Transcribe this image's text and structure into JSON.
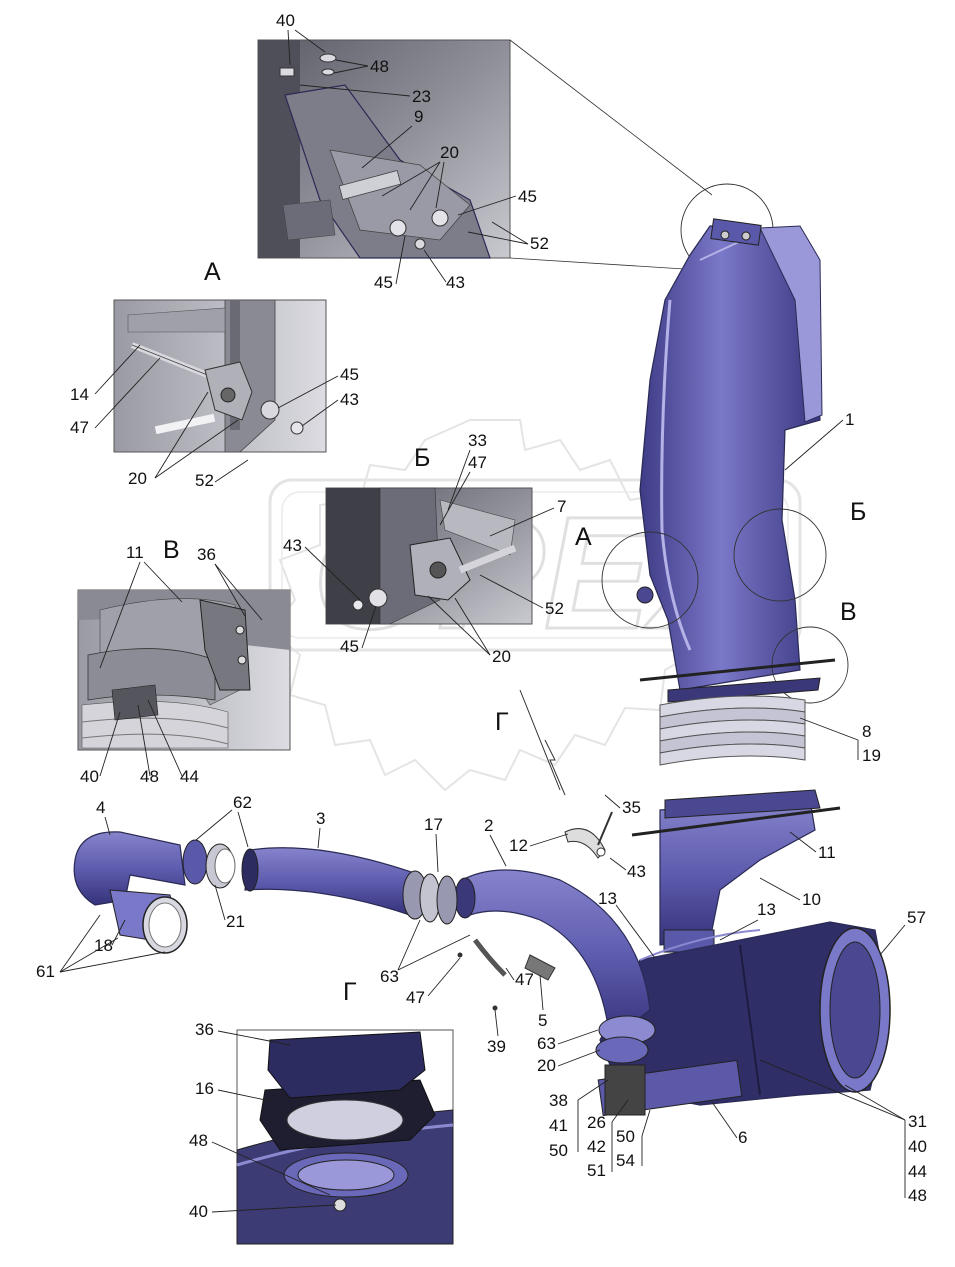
{
  "colors": {
    "part_fill": "#6a68b8",
    "part_dark": "#3e3c86",
    "part_light": "#8c8ad0",
    "inset_bg": "#7b7b86",
    "inset_bg_light": "#b8b8c0",
    "watermark": "#c8c8c8"
  },
  "watermark": {
    "text": "OPEX"
  },
  "sections": {
    "A_title": "А",
    "A_main": "А",
    "B_title": "Б",
    "B_main": "Б",
    "V_title": "В",
    "V_main": "В",
    "G_title": "Г",
    "G_main": "Г"
  },
  "callouts": {
    "c40a": "40",
    "c48a": "48",
    "c23": "23",
    "c9": "9",
    "c20a": "20",
    "c45a": "45",
    "c52a": "52",
    "c45b": "45",
    "c43a": "43",
    "c45c": "45",
    "c43b": "43",
    "c14": "14",
    "c47a": "47",
    "c20b": "20",
    "c52b": "52",
    "c33": "33",
    "c47b": "47",
    "c7": "7",
    "c43c": "43",
    "c52c": "52",
    "c45d": "45",
    "c20c": "20",
    "c11a": "11",
    "c36a": "36",
    "c40b": "40",
    "c48b": "48",
    "c44a": "44",
    "c1": "1",
    "c8": "8",
    "c19": "19",
    "c4": "4",
    "c62": "62",
    "c3": "3",
    "c17": "17",
    "c2": "2",
    "c12": "12",
    "c35": "35",
    "c21": "21",
    "c18": "18",
    "c61": "61",
    "c43d": "43",
    "c11b": "11",
    "c13a": "13",
    "c10": "10",
    "c13b": "13",
    "c57": "57",
    "c63a": "63",
    "c47c": "47",
    "c47d": "47",
    "c5": "5",
    "c39": "39",
    "c63b": "63",
    "c20d": "20",
    "c38": "38",
    "c41": "41",
    "c50a": "50",
    "c26": "26",
    "c42": "42",
    "c51": "51",
    "c50b": "50",
    "c54": "54",
    "c6": "6",
    "c31": "31",
    "c40c": "40",
    "c44b": "44",
    "c48c": "48",
    "c36b": "36",
    "c16": "16",
    "c48d": "48",
    "c40d": "40"
  }
}
